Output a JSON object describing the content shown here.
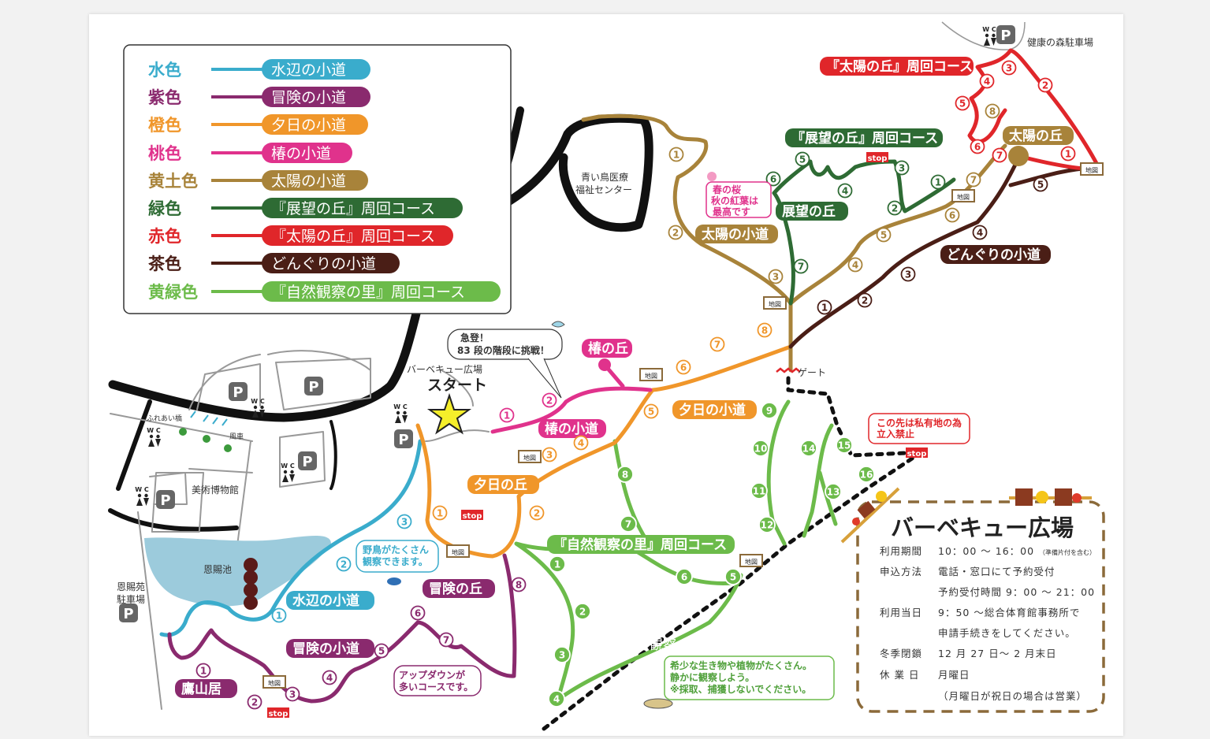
{
  "colors": {
    "mizube": "#3aaccc",
    "boken": "#8a2a6e",
    "yuhi": "#f0962a",
    "tsubaki": "#e0328c",
    "taiyo": "#a8833a",
    "tenbo": "#2e6b34",
    "taiyo_course": "#e0262a",
    "donguri": "#4a1e16",
    "shizen": "#6cbb4a",
    "parking": "#666666",
    "stop": "#e0262a",
    "pond": "#9ccbdc"
  },
  "legend": [
    {
      "color_name": "水色",
      "route": "水辺の小道",
      "key": "mizube"
    },
    {
      "color_name": "紫色",
      "route": "冒険の小道",
      "key": "boken"
    },
    {
      "color_name": "橙色",
      "route": "夕日の小道",
      "key": "yuhi"
    },
    {
      "color_name": "桃色",
      "route": "椿の小道",
      "key": "tsubaki"
    },
    {
      "color_name": "黄土色",
      "route": "太陽の小道",
      "key": "taiyo"
    },
    {
      "color_name": "緑色",
      "route": "『展望の丘』周回コース",
      "key": "tenbo"
    },
    {
      "color_name": "赤色",
      "route": "『太陽の丘』周回コース",
      "key": "taiyo_course"
    },
    {
      "color_name": "茶色",
      "route": "どんぐりの小道",
      "key": "donguri"
    },
    {
      "color_name": "黄緑色",
      "route": "『自然観察の里』周回コース",
      "key": "shizen"
    }
  ],
  "map_labels": {
    "taiyo_oka": "太陽の丘",
    "taiyo_course": "『太陽の丘』周回コース",
    "tenbo_course": "『展望の丘』周回コース",
    "tenbo_oka": "展望の丘",
    "donguri": "どんぐりの小道",
    "taiyo_komichi": "太陽の小道",
    "tsubaki_oka": "椿の丘",
    "tsubaki_komichi": "椿の小道",
    "yuhi_komichi": "夕日の小道",
    "yuhi_oka": "夕日の丘",
    "shizen_course": "『自然観察の里』周回コース",
    "shizen_sato": "自然観察の里",
    "boken_oka": "冒険の丘",
    "mizube_komichi": "水辺の小道",
    "boken_komichi": "冒険の小道",
    "yozanki": "鷹山居",
    "bbq_small": "バーベキュー広場",
    "start": "スタート",
    "aoitori_1": "青い鳥医療",
    "aoitori_2": "福祉センター",
    "gate": "ゲート",
    "kenko_parking": "健康の森駐車場",
    "museum": "美術博物館",
    "pond": "恩賜池",
    "onshien_1": "恩賜苑",
    "onshien_2": "駐車場",
    "bridge": "ふれあい橋",
    "windmill": "風車",
    "map_sign": "地図",
    "stop": "stop",
    "parking": "P",
    "wc": "W C"
  },
  "notes": {
    "stairs_1": "急登！",
    "stairs_2": "83 段の階段に挑戦！",
    "sakura_1": "春の桜",
    "sakura_2": "秋の紅葉は",
    "sakura_3": "最高です",
    "private_1": "この先は私有地の為",
    "private_2": "立入禁止",
    "rare_1": "希少な生き物や植物がたくさん。",
    "rare_2": "静かに観察しよう。",
    "rare_3": "※採取、捕獲しないでください。",
    "updown_1": "アップダウンが",
    "updown_2": "多いコースです。",
    "birds_1": "野鳥がたくさん",
    "birds_2": "観察できます。"
  },
  "route_markers": {
    "taiyo": [
      "1",
      "2",
      "3",
      "4",
      "5",
      "6",
      "7",
      "8"
    ],
    "taiyo_course": [
      "1",
      "2",
      "3",
      "4",
      "5",
      "6",
      "7"
    ],
    "donguri": [
      "1",
      "2",
      "3",
      "4",
      "5"
    ],
    "tenbo": [
      "1",
      "2",
      "3",
      "4",
      "5",
      "6",
      "7"
    ],
    "yuhi": [
      "1",
      "2",
      "3",
      "4",
      "5",
      "6",
      "7",
      "8"
    ],
    "tsubaki": [
      "1",
      "2"
    ],
    "mizube": [
      "1",
      "2",
      "3"
    ],
    "boken": [
      "1",
      "2",
      "3",
      "4",
      "5",
      "6",
      "7",
      "8"
    ],
    "shizen": [
      "1",
      "2",
      "3",
      "4",
      "5",
      "6",
      "7",
      "8",
      "9",
      "10",
      "11",
      "12",
      "13",
      "14",
      "15",
      "16"
    ]
  },
  "bbq_info": {
    "title": "バーベキュー広場",
    "rows": [
      {
        "label": "利用期間",
        "value": "10：00 〜 16：00",
        "sub": "（準備片付を含む）"
      },
      {
        "label": "申込方法",
        "value": "電話・窓口にて予約受付"
      },
      {
        "label": "",
        "value": "予約受付時間 9：00 〜 21：00"
      },
      {
        "label": "利用当日",
        "value": "9：50 〜総合体育館事務所で"
      },
      {
        "label": "",
        "value": "申請手続きをしてください。"
      },
      {
        "label": "冬季閉鎖",
        "value": "12 月 27 日〜 2 月末日"
      },
      {
        "label": "休 業 日",
        "value": "月曜日"
      },
      {
        "label": "",
        "value": "（月曜日が祝日の場合は営業）"
      }
    ]
  }
}
